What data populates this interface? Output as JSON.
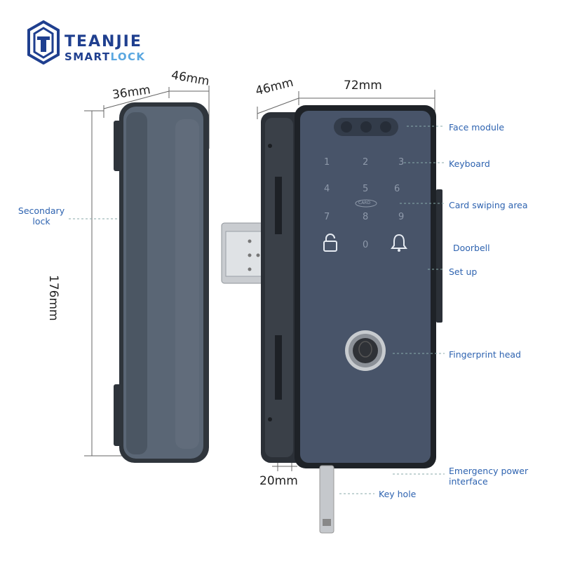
{
  "brand": {
    "name_line1": "TEANJIE",
    "name_line2_a": "SMART",
    "name_line2_b": "LOCK",
    "logo_icon": "house-logo-icon"
  },
  "dimensions": {
    "side_width": "36mm",
    "side_depth": "46mm",
    "height": "176mm",
    "front_depth": "46mm",
    "front_width": "72mm",
    "bottom_depth": "20mm"
  },
  "labels": {
    "secondary_lock_line1": "Secondary",
    "secondary_lock_line2": "lock",
    "face_module": "Face module",
    "keyboard": "Keyboard",
    "card_swiping_area": "Card swiping area",
    "doorbell": "Doorbell",
    "set_up": "Set up",
    "fingerprint_head": "Fingerprint head",
    "emergency_power_line1": "Emergency power",
    "emergency_power_line2": "interface",
    "key_hole": "Key hole"
  },
  "keypad": {
    "keys": [
      "1",
      "2",
      "3",
      "4",
      "5",
      "6",
      "7",
      "8",
      "9",
      "0"
    ],
    "card_label": "CARD"
  },
  "colors": {
    "brand_blue": "#1f3f8f",
    "brand_light_blue": "#5aa7e0",
    "callout_blue": "#2e63b0",
    "device_body": "#4a5562",
    "glass_panel": "#3f4d63"
  }
}
